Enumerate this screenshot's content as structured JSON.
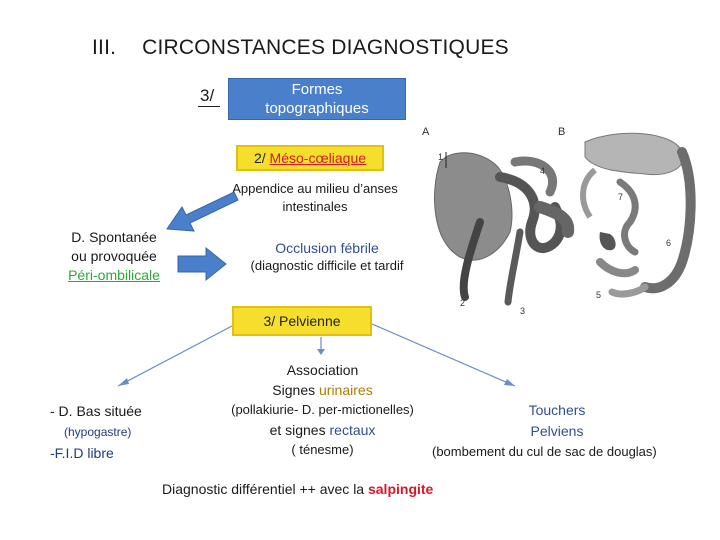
{
  "header": {
    "section_number": "III.",
    "title": "CIRCONSTANCES DIAGNOSTIQUES"
  },
  "formes": {
    "number": "3/",
    "line1": "Formes",
    "line2": "topographiques"
  },
  "meso": {
    "prefix": "2/ ",
    "label": "Méso-cœliaque",
    "desc_line1": "Appendice au milieu d’anses",
    "desc_line2": "intestinales"
  },
  "spontanee": {
    "line1": "D. Spontanée",
    "line2": "ou provoquée",
    "line3": "Péri-ombilicale"
  },
  "occlusion": {
    "title": "Occlusion fébrile",
    "subtitle": "(diagnostic difficile et tardif"
  },
  "pelvienne": {
    "label": "3/ Pelvienne"
  },
  "association": {
    "line1": "Association",
    "line2_prefix": "Signes ",
    "line2_highlight": "urinaires",
    "line3": "(pollakiurie- D. per-mictionelles)",
    "line4_prefix": "et signes ",
    "line4_highlight": "rectaux",
    "line5": "( ténesme)"
  },
  "bas_situee": {
    "line1": "- D. Bas située",
    "line2": "(hypogastre)",
    "line3": "-F.I.D libre"
  },
  "touchers": {
    "line1": "Touchers",
    "line2": "Pelviens",
    "detail": "(bombement du cul de sac de douglas)"
  },
  "diff": {
    "prefix": "Diagnostic différentiel ++ avec la ",
    "highlight": "salpingite"
  },
  "figure": {
    "panel_a": "A",
    "panel_b": "B",
    "labels_a": [
      "1",
      "2",
      "3",
      "4"
    ],
    "labels_b": [
      "5",
      "6",
      "7"
    ]
  },
  "colors": {
    "accent_blue": "#4a7fcb",
    "box_yellow": "#f5df2c",
    "highlight_green": "#2aa93a",
    "highlight_red": "#d5192d"
  }
}
